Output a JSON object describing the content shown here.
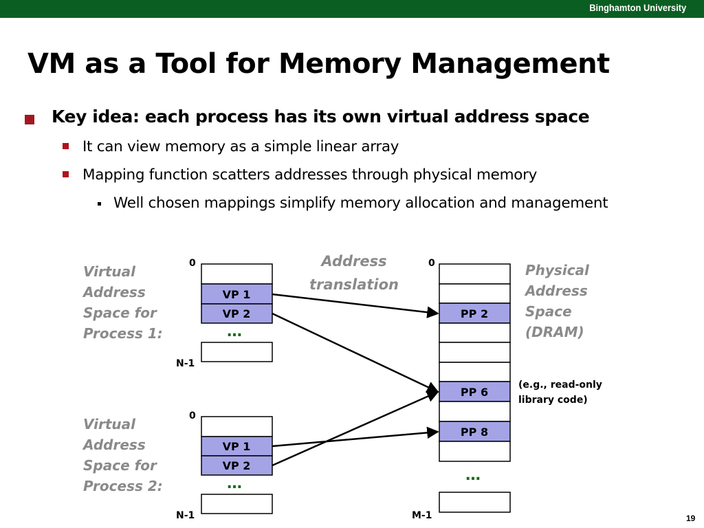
{
  "header": {
    "university": "Binghamton University"
  },
  "slide": {
    "title": "VM as a Tool for Memory Management",
    "page_number": "19"
  },
  "bullets": {
    "b1": "Key idea: each process has its own virtual address space",
    "b2": "It can view memory as a simple linear array",
    "b3": "Mapping function scatters addresses through physical memory",
    "b4": "Well chosen mappings simplify memory allocation and management"
  },
  "diagram": {
    "vas1_label": "Virtual\nAddress\nSpace for\nProcess 1:",
    "vas2_label": "Virtual\nAddress\nSpace for\nProcess 2:",
    "pas_label": "Physical\nAddress\nSpace\n(DRAM)",
    "translation_label": "Address\ntranslation",
    "zero": "0",
    "n_minus_1": "N-1",
    "m_minus_1": "M-1",
    "ellipsis": "…",
    "note": "(e.g., read-only\nlibrary code)",
    "vp1": "VP 1",
    "vp2": "VP 2",
    "pp2": "PP 2",
    "pp6": "PP 6",
    "pp8": "PP 8"
  },
  "colors": {
    "header_bg": "#0b5e22",
    "highlight_cell": "#a3a3e6",
    "bullet_marker": "#b0121b",
    "italic_label": "#8a8a8a",
    "ellipsis": "#1a6b1a"
  }
}
